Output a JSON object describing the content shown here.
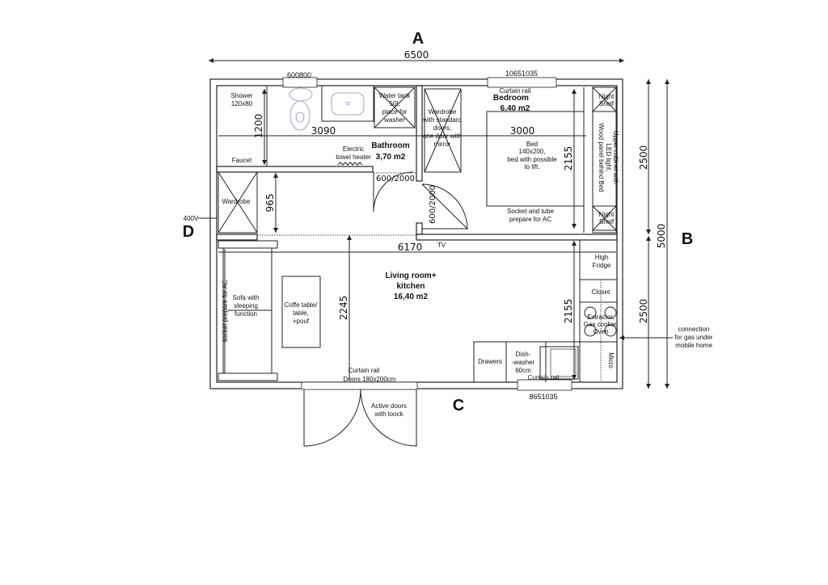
{
  "sides": {
    "a": "A",
    "b": "B",
    "c": "C",
    "d": "D"
  },
  "dimensions": {
    "total_width": "6500",
    "total_depth": "5000",
    "right_upper": "2500",
    "right_lower": "2500",
    "bath_window": "600800",
    "bed_window": "10651035",
    "kitchen_window": "8651035",
    "bath_width": "3090",
    "bed_width": "3000",
    "shower_depth": "1200",
    "wardrobe_depth": "965",
    "bed_depth": "2155",
    "living_width": "6170",
    "living_depth": "2245",
    "kitchen_depth": "2155",
    "bath_door": "600/2000",
    "bed_door": "600/2000"
  },
  "bathroom": {
    "name": "Bathroom",
    "area": "3,70 m2",
    "shower": [
      "Shower",
      "120x80"
    ],
    "faucet": "Faucet",
    "heater": [
      "Electric",
      "towel heater"
    ],
    "water_tank": [
      "Water tank",
      "50l,",
      "place for",
      "washer"
    ],
    "wardrobe": [
      "Wardrobe",
      "with standard",
      "doors,",
      "one door with",
      "mirror"
    ]
  },
  "hall": {
    "wardrobe": "Wardrobe",
    "power": "400V"
  },
  "bedroom": {
    "curtain": "Curtain rail",
    "name": "Bedroom",
    "area": "6,40 m2",
    "bed": [
      "Bed",
      "140x200,",
      "bed with possible",
      "to lift."
    ],
    "socket": [
      "Socket and tube",
      "prepare for AC"
    ],
    "night_shelf": [
      "Night",
      "Shelf"
    ],
    "cabinet": [
      "Upper cabinet with",
      "LED light,",
      "Wood panel behind Bed"
    ]
  },
  "living": {
    "name": [
      "Living room+",
      "kitchen"
    ],
    "area": "16,40 m2",
    "tv": "TV",
    "sofa": [
      "Sofa with",
      "sleeping",
      "function"
    ],
    "socket": "socket prepare for AC",
    "table": [
      "Coffe table/",
      "table,",
      "+pouf"
    ],
    "curtain": "Curtain rail",
    "doors": "Doors 180x200cm",
    "active_doors": [
      "Active doors",
      "with loock"
    ]
  },
  "kitchen": {
    "fridge": [
      "High",
      "Fridge"
    ],
    "closet": "Closet",
    "cooker": [
      "Extractor,",
      "Gas cooker,",
      "Oven"
    ],
    "micro": "Micro",
    "drawers": "Drawers",
    "dishwasher": [
      "Dish-",
      "-washer",
      "60cm"
    ],
    "curtain": "Curtain rail",
    "gas": [
      "connection",
      "for gas under",
      "mobile home"
    ]
  }
}
